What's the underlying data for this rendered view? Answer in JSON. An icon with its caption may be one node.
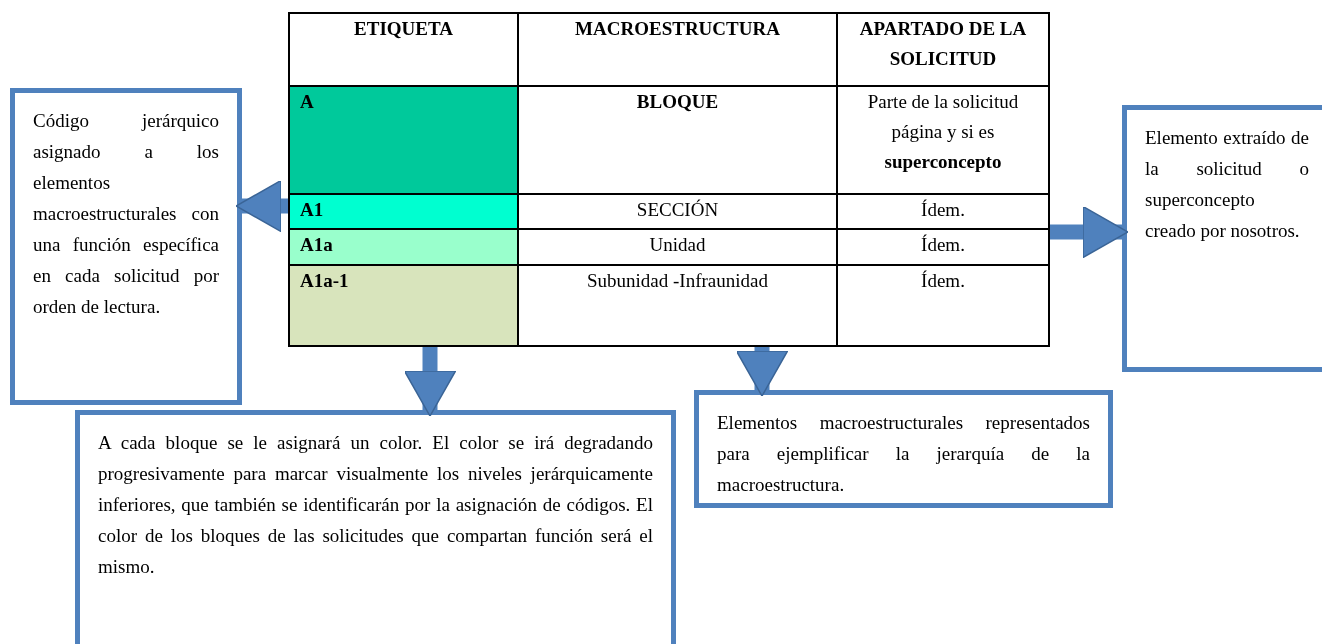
{
  "diagram": {
    "nodes": [
      {
        "text": [],
        "shape": "box"
      },
      {
        "text": [
          "Código jerárquico asignado a los elementos macroestructurales con una función específica en cada solicitud por orden de lectura."
        ]
      },
      {
        "text": [
          "A cada bloque se le asignará un color. El color se irá degradando progresivamente para marcar visualmente los niveles jerárquicamente inferiores, que también se identificarán por la asignación de códigos. El color de los bloques de  las solicitudes que compartan función será el mismo."
        ]
      },
      {
        "text": [
          "Elementos macroestructurales representados para ejemplificar la jerarquía de la macroestructura."
        ]
      },
      {
        "text": [
          "Elemento extraído de la solicitud o superconcepto creado por nosotros."
        ]
      }
    ],
    "edges": [
      {
        "from": 0,
        "to": 1,
        "arrow": "to"
      },
      {
        "from": 0,
        "to": 2,
        "arrow": "to"
      },
      {
        "from": 0,
        "to": 3,
        "arrow": "to"
      },
      {
        "from": 0,
        "to": 4,
        "arrow": "to"
      }
    ],
    "labels": [
      "ETIQUETA",
      "MACROESTRUCTURA",
      "APARTADO  DE LA SOLICITUD",
      "A",
      "BLOQUE",
      "Parte de la solicitud página y si es **superconcepto**",
      "A1",
      "SECCIÓN",
      "Ídem.",
      "A1a",
      "Unidad",
      "Ídem.",
      "A1a-1",
      "Subunidad -Infraunidad",
      "Ídem."
    ]
  }
}
